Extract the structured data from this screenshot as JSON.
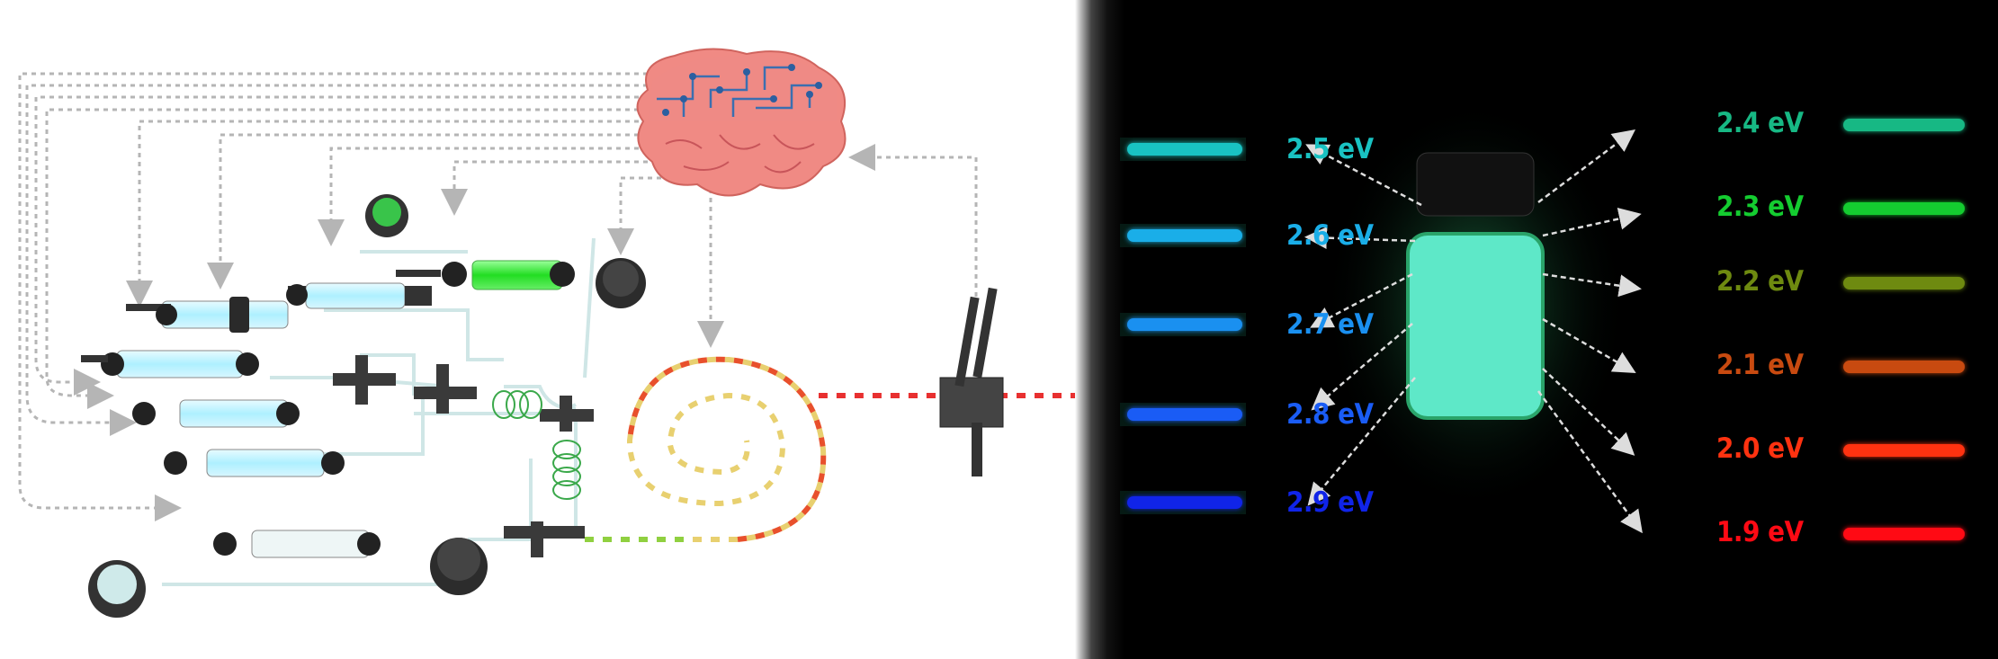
{
  "left_panel": {
    "title": "Autonomous flow synthesis platform",
    "components": [
      "brain-controller",
      "syringe-pumps",
      "mixers",
      "coil-reactor",
      "spiral-reactor",
      "flow-cell-detector"
    ]
  },
  "right_panel": {
    "left_series": [
      {
        "label": "2.5 eV",
        "color": "#19c2c2"
      },
      {
        "label": "2.6 eV",
        "color": "#1aaee8"
      },
      {
        "label": "2.7 eV",
        "color": "#1a90f0"
      },
      {
        "label": "2.8 eV",
        "color": "#1a5cf5"
      },
      {
        "label": "2.9 eV",
        "color": "#1024e8"
      }
    ],
    "right_series": [
      {
        "label": "2.4 eV",
        "color": "#17b884"
      },
      {
        "label": "2.3 eV",
        "color": "#14cc30"
      },
      {
        "label": "2.2 eV",
        "color": "#6e8a10"
      },
      {
        "label": "2.1 eV",
        "color": "#c84a10"
      },
      {
        "label": "2.0 eV",
        "color": "#ff3210"
      },
      {
        "label": "1.9 eV",
        "color": "#ff0a14"
      }
    ],
    "vial_color": "#5ee8c8"
  }
}
